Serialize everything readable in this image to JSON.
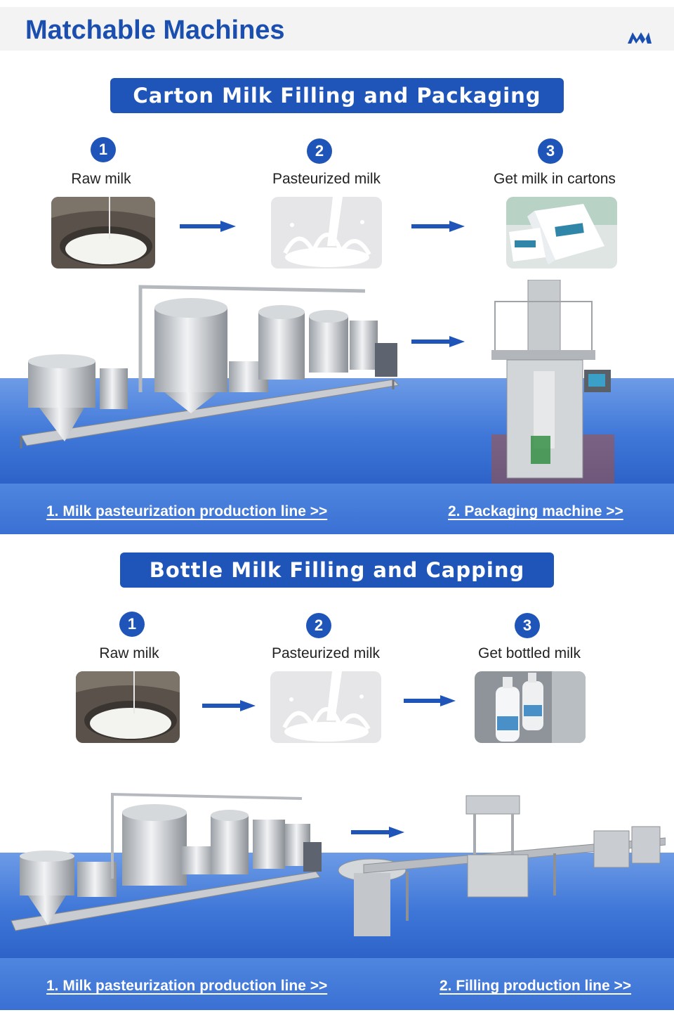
{
  "header": {
    "title": "Matchable Machines",
    "logo_icon": "brand-m-logo-icon"
  },
  "colors": {
    "accent": "#1f55b8",
    "header_bg": "#f3f3f3",
    "floor": "#3f77d8"
  },
  "sections": [
    {
      "title": "Carton Milk Filling and Packaging Line",
      "steps": [
        {
          "number": "1",
          "label": "Raw milk"
        },
        {
          "number": "2",
          "label": "Pasteurized milk"
        },
        {
          "number": "3",
          "label": "Get milk in cartons"
        }
      ],
      "links": [
        {
          "text": "1. Milk pasteurization production line >>"
        },
        {
          "text": "2. Packaging machine >>"
        }
      ]
    },
    {
      "title": "Bottle Milk Filling and Capping Line",
      "steps": [
        {
          "number": "1",
          "label": "Raw milk"
        },
        {
          "number": "2",
          "label": "Pasteurized milk"
        },
        {
          "number": "3",
          "label": "Get bottled milk"
        }
      ],
      "links": [
        {
          "text": "1. Milk pasteurization production line >>"
        },
        {
          "text": "2. Filling production line >>"
        }
      ]
    }
  ]
}
